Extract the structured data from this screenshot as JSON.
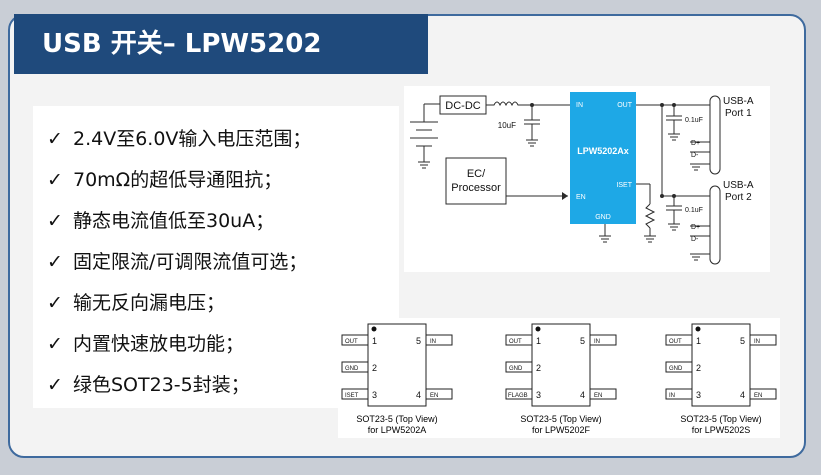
{
  "slide": {
    "title": "USB 开关– LPW5202"
  },
  "features": [
    "2.4V至6.0V输入电压范围；",
    "70mΩ的超低导通阻抗；",
    "静态电流值低至30uA；",
    "固定限流/可调限流值可选；",
    "输无反向漏电压；",
    "内置快速放电功能；",
    "绿色SOT23-5封装；"
  ],
  "check_glyph": "✓",
  "schematic": {
    "dcdc": "DC-DC",
    "cap_in": "10uF",
    "chip": "LPW5202Ax",
    "pin_in": "IN",
    "pin_out": "OUT",
    "pin_en": "EN",
    "pin_iset": "ISET",
    "pin_gnd": "GND",
    "ec_line1": "EC/",
    "ec_line2": "Processor",
    "port1_line1": "USB-A",
    "port1_line2": "Port 1",
    "port2_line1": "USB-A",
    "port2_line2": "Port 2",
    "cap1": "0.1uF",
    "cap2": "0.1uF",
    "dplus": "D+",
    "dminus": "D-",
    "chip_color": "#1ea8e6",
    "line_color": "#2b2b2b"
  },
  "packages": [
    {
      "pins_left": [
        "OUT",
        "GND",
        "ISET"
      ],
      "pins_right": [
        "IN",
        "EN"
      ],
      "caption_line1": "SOT23-5 (Top View)",
      "caption_line2": "for LPW5202A"
    },
    {
      "pins_left": [
        "OUT",
        "GND",
        "FLAGB"
      ],
      "pins_right": [
        "IN",
        "EN"
      ],
      "caption_line1": "SOT23-5 (Top View)",
      "caption_line2": "for LPW5202F"
    },
    {
      "pins_left": [
        "OUT",
        "GND",
        "IN"
      ],
      "pins_right": [
        "IN",
        "EN"
      ],
      "caption_line1": "SOT23-5 (Top View)",
      "caption_line2": "for LPW5202S"
    }
  ],
  "pin_numbers": {
    "left": [
      "1",
      "2",
      "3"
    ],
    "right": [
      "5",
      "4"
    ]
  }
}
